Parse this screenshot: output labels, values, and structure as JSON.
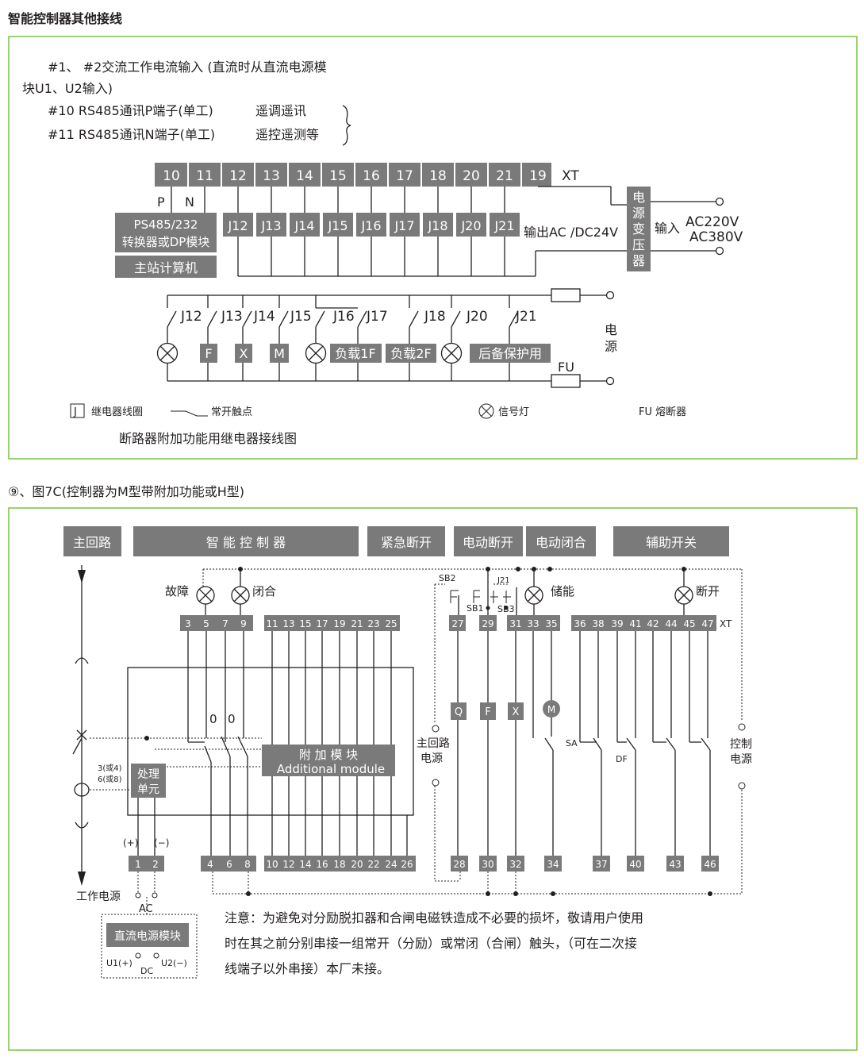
{
  "section1": {
    "title": "智能控制器其他接线",
    "note_line1": "#1、 #2交流工作电流输入 (直流时从直流电源模",
    "note_line2": "块U1、U2输入)",
    "note_line3a": "#10  RS485通讯P端子(单工)",
    "note_line3b": "遥调遥讯",
    "note_line4a": "#11  RS485通讯N端子(单工)",
    "note_line4b": "遥控遥测等",
    "terminals": [
      "10",
      "11",
      "12",
      "13",
      "14",
      "15",
      "16",
      "17",
      "18",
      "20",
      "21",
      "19"
    ],
    "xt": "XT",
    "p": "P",
    "n": "N",
    "converter_line1": "PS485/232",
    "converter_line2": "转换器或DP模块",
    "master": "主站计算机",
    "relays": [
      "J12",
      "J13",
      "J14",
      "J15",
      "J16",
      "J17",
      "J18",
      "J20",
      "J21"
    ],
    "output_label": "输出AC /DC24V",
    "transformer": [
      "电",
      "源",
      "变",
      "压",
      "器"
    ],
    "input_label": "输入",
    "ac220": "AC220V",
    "ac380": "AC380V",
    "contacts": [
      "J12",
      "J13",
      "J14",
      "J15",
      "J16",
      "J17",
      "J18",
      "J20",
      "J21"
    ],
    "loads": {
      "f": "F",
      "x": "X",
      "m": "M",
      "load1": "负载1F",
      "load2": "负载2F",
      "backup": "后备保护用"
    },
    "power_line1": "电",
    "power_line2": "源",
    "fu": "FU",
    "legend_j_box": "J",
    "legend_coil": "继电器线圈",
    "legend_contact": "常开触点",
    "legend_lamp": "信号灯",
    "legend_fuse": "FU 熔断器",
    "caption": "断路器附加功能用继电器接线图"
  },
  "section2": {
    "title": "⑨、图7C(控制器为M型带附加功能或H型)",
    "headers": {
      "main": "主回路",
      "ctrl": "智 能 控 制 器",
      "emerg": "紧急断开",
      "eopen": "电动断开",
      "eclose": "电动闭合",
      "aux": "辅助开关"
    },
    "fault": "故障",
    "close": "闭合",
    "store": "储能",
    "open": "断开",
    "sb2": "SB2",
    "sb1": "SB1",
    "sb3": "SB3",
    "j21": "J21",
    "top_terms": [
      "3",
      "5",
      "7",
      "9",
      "11",
      "13",
      "15",
      "17",
      "19",
      "21",
      "23",
      "25",
      "27",
      "29",
      "31",
      "33",
      "35",
      "36",
      "38",
      "39",
      "41",
      "42",
      "44",
      "45",
      "47"
    ],
    "xt": "XT",
    "bottom_terms": [
      "1",
      "2",
      "4",
      "6",
      "8",
      "10",
      "12",
      "14",
      "16",
      "18",
      "20",
      "22",
      "24",
      "26",
      "28",
      "30",
      "32",
      "34",
      "37",
      "40",
      "43",
      "46"
    ],
    "zero_a": "0",
    "zero_b": "0",
    "addon_cn": "附  加  模  块",
    "addon_en": "Additional module",
    "proc_line1": "处理",
    "proc_line2": "单元",
    "ct_label1": "3(或4)",
    "ct_label2": "6(或8)",
    "plus": "(+)",
    "minus": "(−)",
    "work_power": "工作电源",
    "ac": "AC",
    "dc_module": "直流电源模块",
    "u1": "U1(+)",
    "dc": "DC",
    "u2": "U2(−)",
    "q": "Q",
    "f": "F",
    "x": "X",
    "m": "M",
    "main_power1": "主回路",
    "main_power2": "电源",
    "sa": "SA",
    "df": "DF",
    "ctrl_power1": "控制",
    "ctrl_power2": "电源",
    "note1": "注意：为避免对分励脱扣器和合闸电磁铁造成不必要的损坏，敬请用户使用",
    "note2": "时在其之前分别串接一组常开（分励）或常闭（合闸）触头，（可在二次接",
    "note3": "线端子以外串接）本厂未接。"
  }
}
